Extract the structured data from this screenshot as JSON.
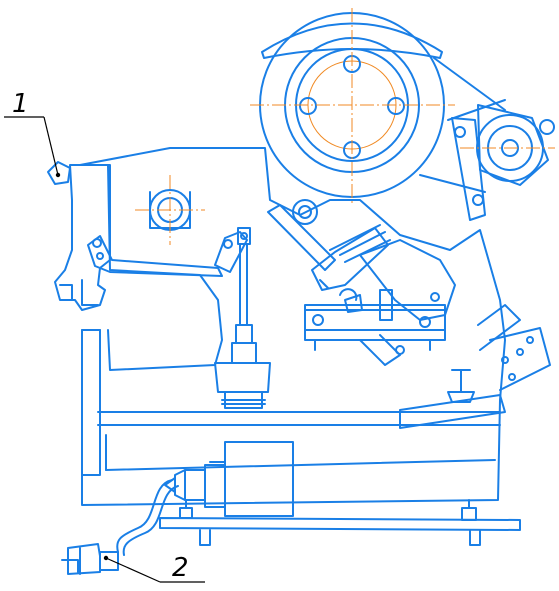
{
  "callouts": [
    {
      "id": "1",
      "label": "1"
    },
    {
      "id": "2",
      "label": "2"
    }
  ],
  "colors": {
    "outline": "#1a7fe6",
    "centerline": "#f08a24",
    "leader": "#000000"
  }
}
